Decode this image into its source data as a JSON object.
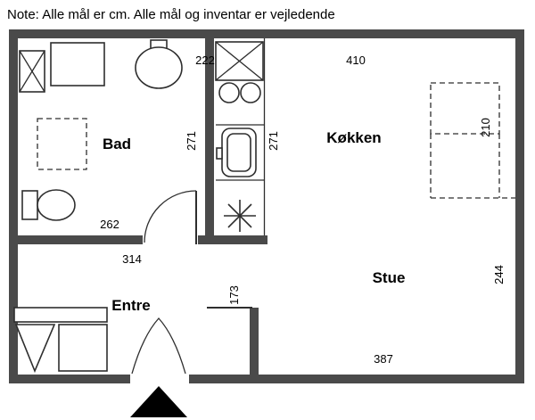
{
  "note": "Note: Alle mål er cm. Alle mål og inventar er vejledende",
  "rooms": {
    "bad": "Bad",
    "koekken": "Køkken",
    "stue": "Stue",
    "entre": "Entre"
  },
  "dimensions": {
    "bad_width_top": "222",
    "koekken_width_top": "410",
    "bad_depth": "271",
    "koekken_depth": "271",
    "island_depth": "210",
    "bad_width_bottom": "262",
    "entre_width_top": "314",
    "stue_depth": "244",
    "passage_height": "173",
    "stue_width_bottom": "387"
  },
  "colors": {
    "wall": "#4a4a4a",
    "line": "#2e2e2e",
    "background": "#ffffff"
  }
}
